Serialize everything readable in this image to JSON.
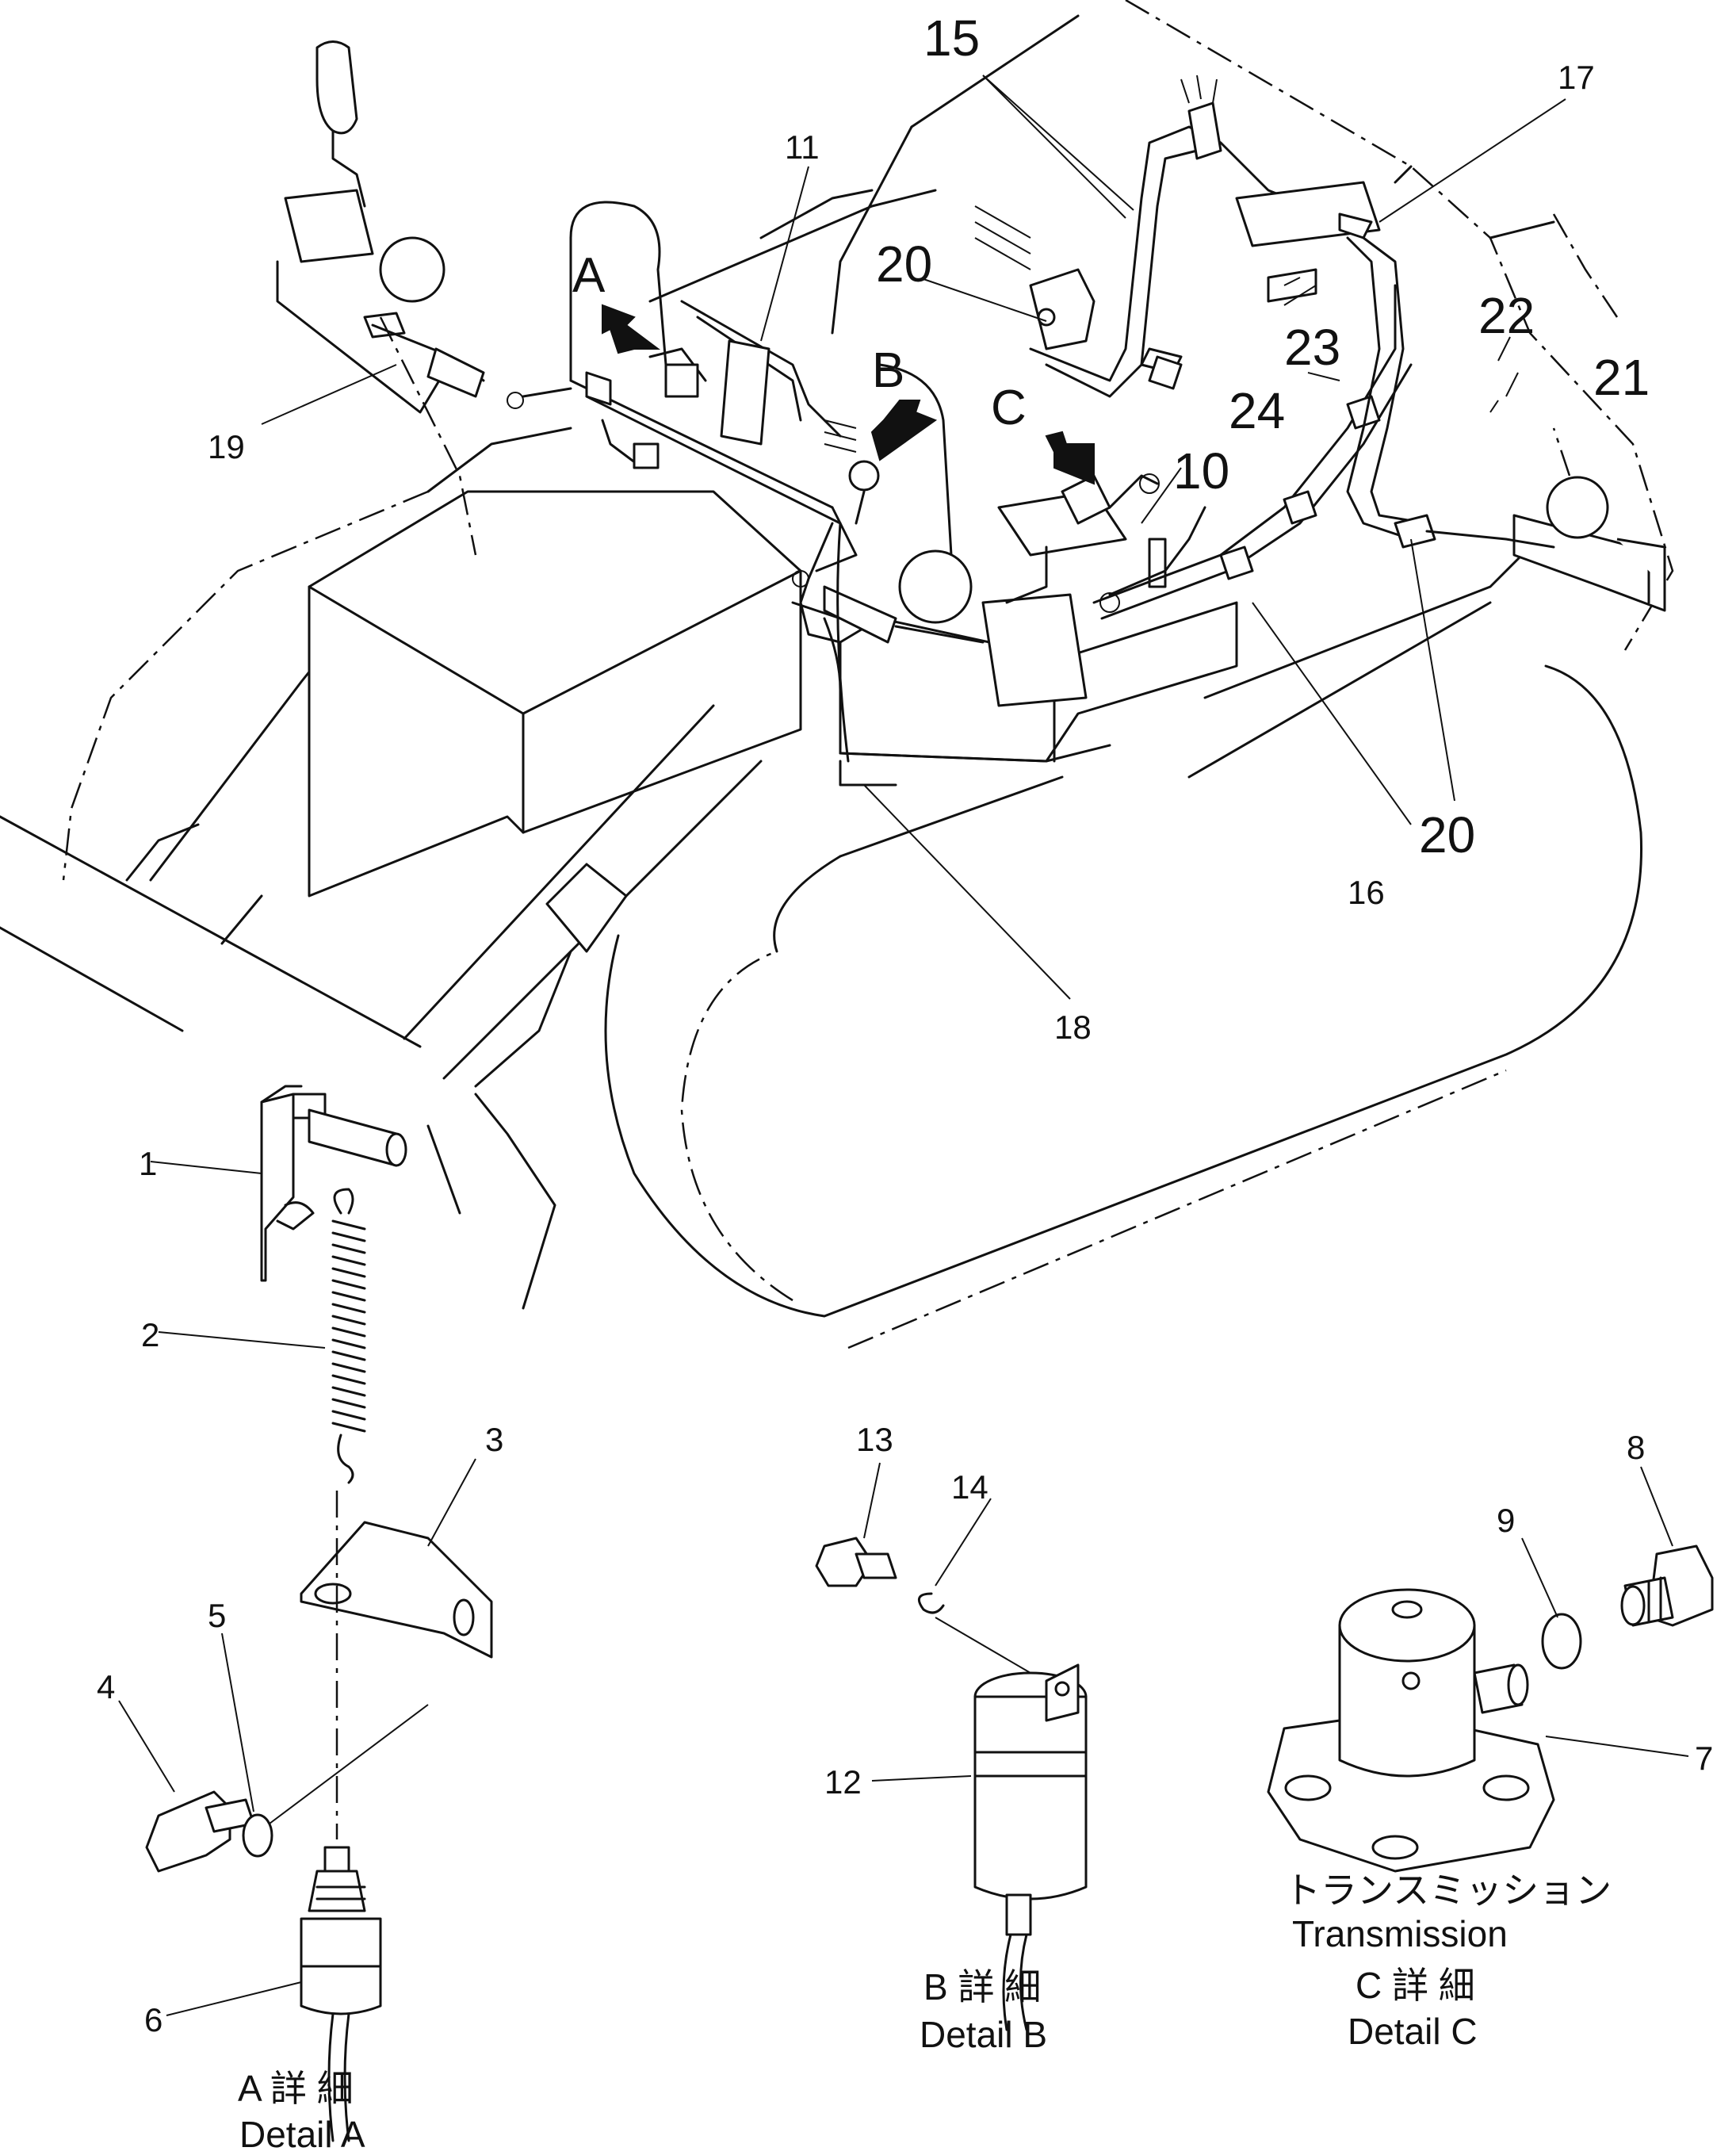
{
  "callouts": {
    "n1": "1",
    "n2": "2",
    "n3": "3",
    "n4": "4",
    "n5": "5",
    "n6": "6",
    "n7": "7",
    "n8": "8",
    "n9": "9",
    "n10": "10",
    "n11": "11",
    "n12": "12",
    "n13": "13",
    "n14": "14",
    "n15": "15",
    "n16": "16",
    "n17": "17",
    "n18": "18",
    "n19": "19",
    "n20a": "20",
    "n20b": "20",
    "n21": "21",
    "n22": "22",
    "n23": "23",
    "n24": "24"
  },
  "detail_markers": {
    "a": "A",
    "b": "B",
    "c": "C"
  },
  "captions": {
    "detail_a_jp": "A 詳 細",
    "detail_a_en": "Detail A",
    "detail_b_jp": "B 詳 細",
    "detail_b_en": "Detail B",
    "detail_c_jp": "C 詳 細",
    "detail_c_en": "Detail C",
    "transmission_jp": "トランスミッション",
    "transmission_en": "Transmission"
  }
}
